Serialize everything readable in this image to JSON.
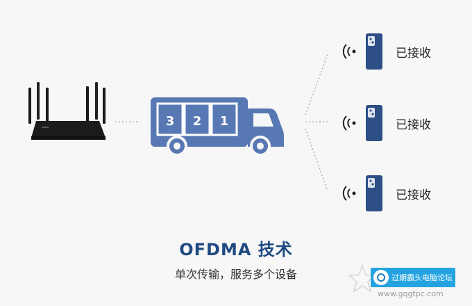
{
  "truck_labels": [
    "3",
    "2",
    "1"
  ],
  "devices": [
    {
      "status": "已接收"
    },
    {
      "status": "已接收"
    },
    {
      "status": "已接收"
    }
  ],
  "caption": {
    "title": "OFDMA 技术",
    "subtitle": "单次传输，服务多个设备"
  },
  "watermark": {
    "text": "过期霸头电脑论坛",
    "url": "www.gqgtpc.com"
  },
  "colors": {
    "background": "#f7f7f7",
    "truck": "#5878b4",
    "phone": "#2d4f86",
    "title": "#1f4a82",
    "router": "#1a1a1a"
  }
}
